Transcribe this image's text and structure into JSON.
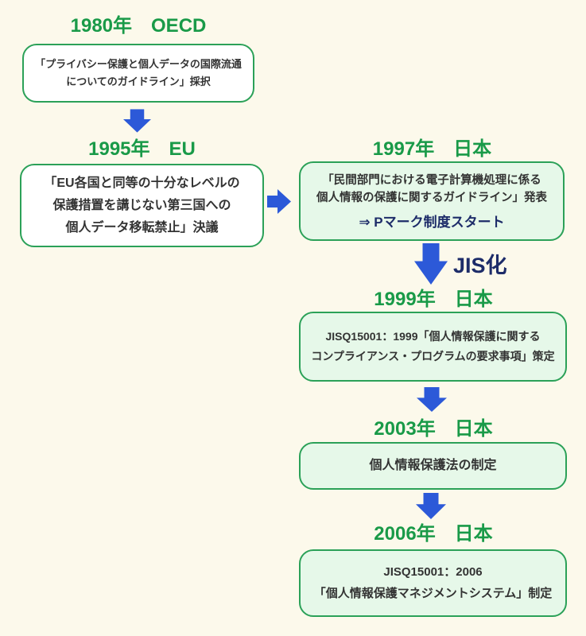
{
  "colors": {
    "bg": "#FCF9EB",
    "green": "#199A48",
    "greenBorder": "#2BA158",
    "boxWhite": "#FFFFFF",
    "boxGreen": "#E6F8E9",
    "blue": "#2C59D8",
    "navy": "#1D2C69",
    "text": "#333333"
  },
  "nodes": [
    {
      "title": "1980年　OECD",
      "body": "「プライバシー保護と個人データの国際流通\nについてのガイドライン」採択"
    },
    {
      "title": "1995年　EU",
      "body": "「EU各国と同等の十分なレベルの\n保護措置を講じない第三国への\n個人データ移転禁止」決議"
    },
    {
      "title": "1997年　日本",
      "body": "「民間部門における電子計算機処理に係る\n個人情報の保護に関するガイドライン」発表",
      "highlight": "⇒ Pマーク制度スタート"
    },
    {
      "title": "1999年　日本",
      "body": "JISQ15001：1999「個人情報保護に関する\nコンプライアンス・プログラムの要求事項」策定"
    },
    {
      "title": "2003年　日本",
      "body": "個人情報保護法の制定"
    },
    {
      "title": "2006年　日本",
      "body": "JISQ15001：2006\n「個人情報保護マネジメントシステム」制定"
    }
  ],
  "labels": {
    "jis": "JIS化"
  }
}
